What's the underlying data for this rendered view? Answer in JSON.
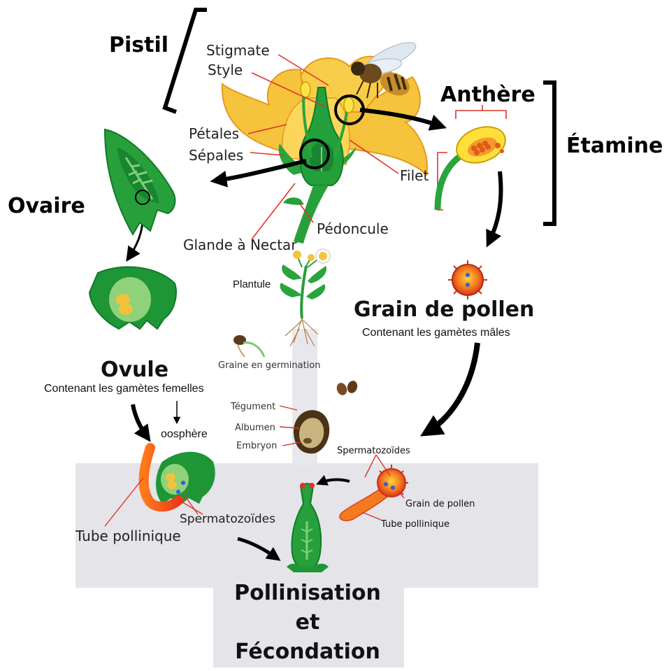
{
  "colors": {
    "panel": "#e4e4e9",
    "petal": "#f5c23a",
    "petal_dark": "#e8a21c",
    "green": "#1f9a3a",
    "green_dark": "#0d6e26",
    "green_light": "#7fd07a",
    "pollen": "#e94b1b",
    "pollen_light": "#ffb02a",
    "leader": "#e0322b",
    "arrow": "#000000"
  },
  "labels": {
    "pistil": "Pistil",
    "stigmate": "Stigmate",
    "style": "Style",
    "petales": "Pétales",
    "sepales": "Sépales",
    "anthere": "Anthère",
    "etamine": "Étamine",
    "filet": "Filet",
    "ovaire": "Ovaire",
    "pedoncule": "Pédoncule",
    "glande": "Glande à Nectar",
    "plantule": "Plantule",
    "grain_pollen_title": "Grain de pollen",
    "grain_pollen_sub": "Contenant les gamètes mâles",
    "graine_germination": "Graine en germination",
    "ovule_title": "Ovule",
    "ovule_sub": "Contenant les gamètes femelles",
    "oosphere": "oosphère",
    "tegument": "Tégument",
    "albumen": "Albumen",
    "embryon": "Embryon",
    "spermatozoides_right": "Spermatozoïdes",
    "grain_pollen_small": "Grain de pollen",
    "tube_pollinique_small": "Tube pollinique",
    "spermatozoides_left": "Spermatozoïdes",
    "tube_pollinique_left": "Tube pollinique",
    "pollinisation_1": "Pollinisation",
    "pollinisation_2": "et",
    "pollinisation_3": "Fécondation"
  }
}
